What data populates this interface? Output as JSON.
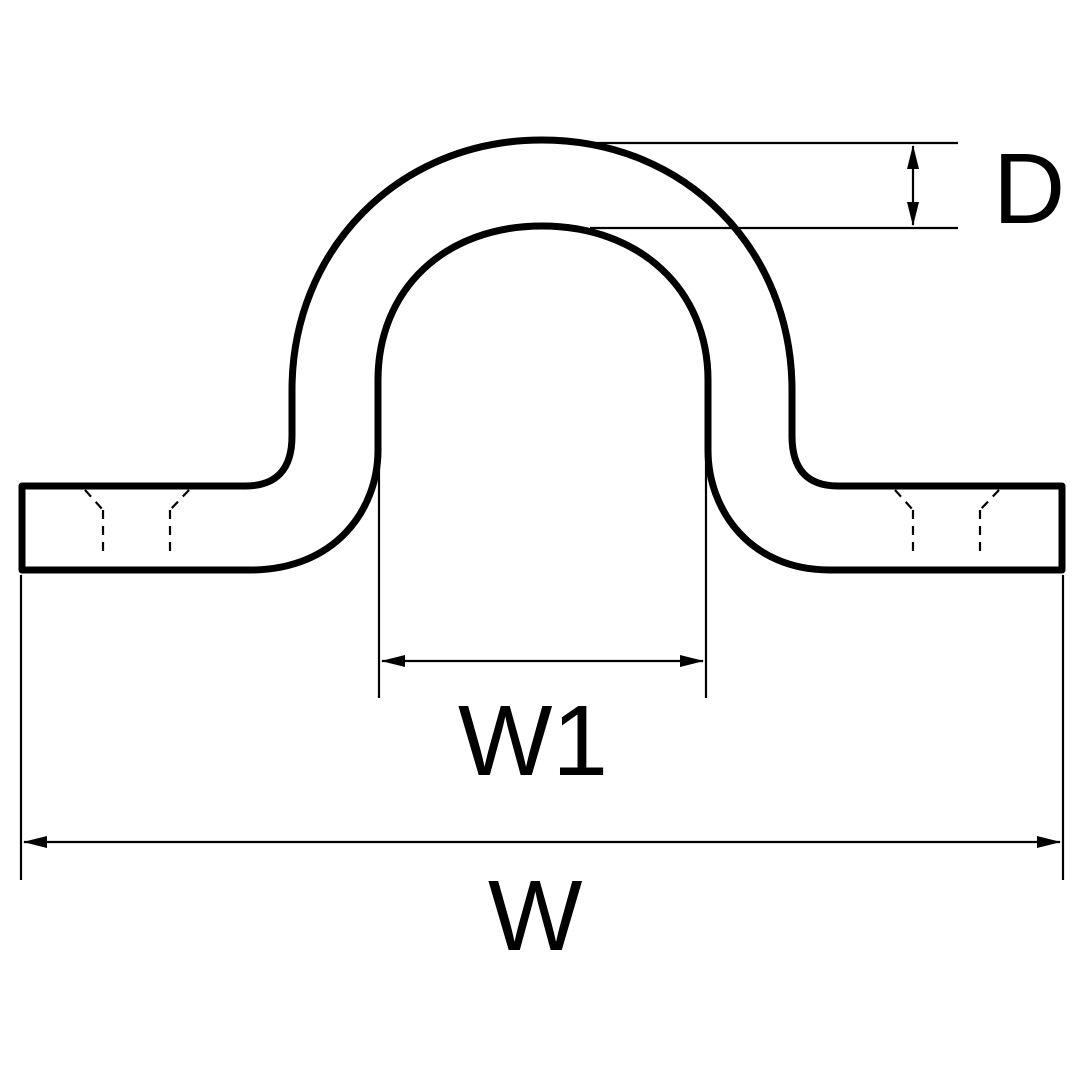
{
  "labels": {
    "depth": "D",
    "inner_width": "W1",
    "overall_width": "W"
  }
}
